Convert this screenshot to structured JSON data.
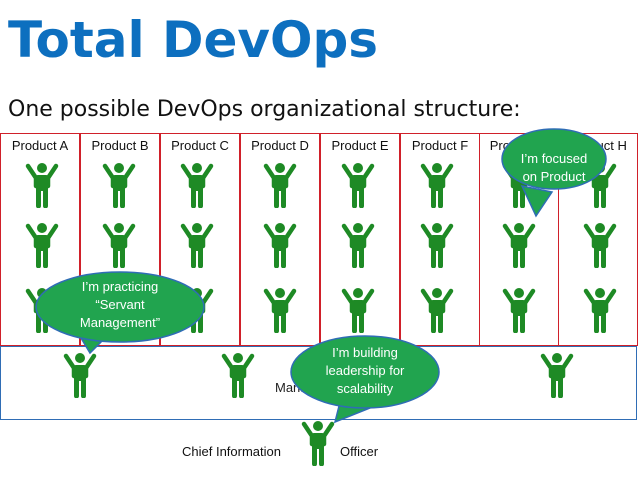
{
  "title": "Total DevOps",
  "subtitle": "One possible DevOps organizational structure:",
  "products": [
    "Product A",
    "Product B",
    "Product C",
    "Product D",
    "Product E",
    "Product F",
    "Product G",
    "Product H"
  ],
  "management_label": "Management",
  "cio": {
    "label_left": "Chief Information",
    "label_right": "Officer"
  },
  "bubbles": [
    {
      "text": "I’m focused\non Product"
    },
    {
      "text": "I’m practicing\n“Servant\nManagement”"
    },
    {
      "text": "I’m building\nleadership for\nscalability"
    }
  ],
  "colors": {
    "title": "#0d6fbf",
    "person": "#1e8a25",
    "product_border": "#d0202a",
    "management_border": "#2f6db5",
    "bubble_fill": "#21a44f"
  },
  "icon": "person-arms-raised-icon"
}
